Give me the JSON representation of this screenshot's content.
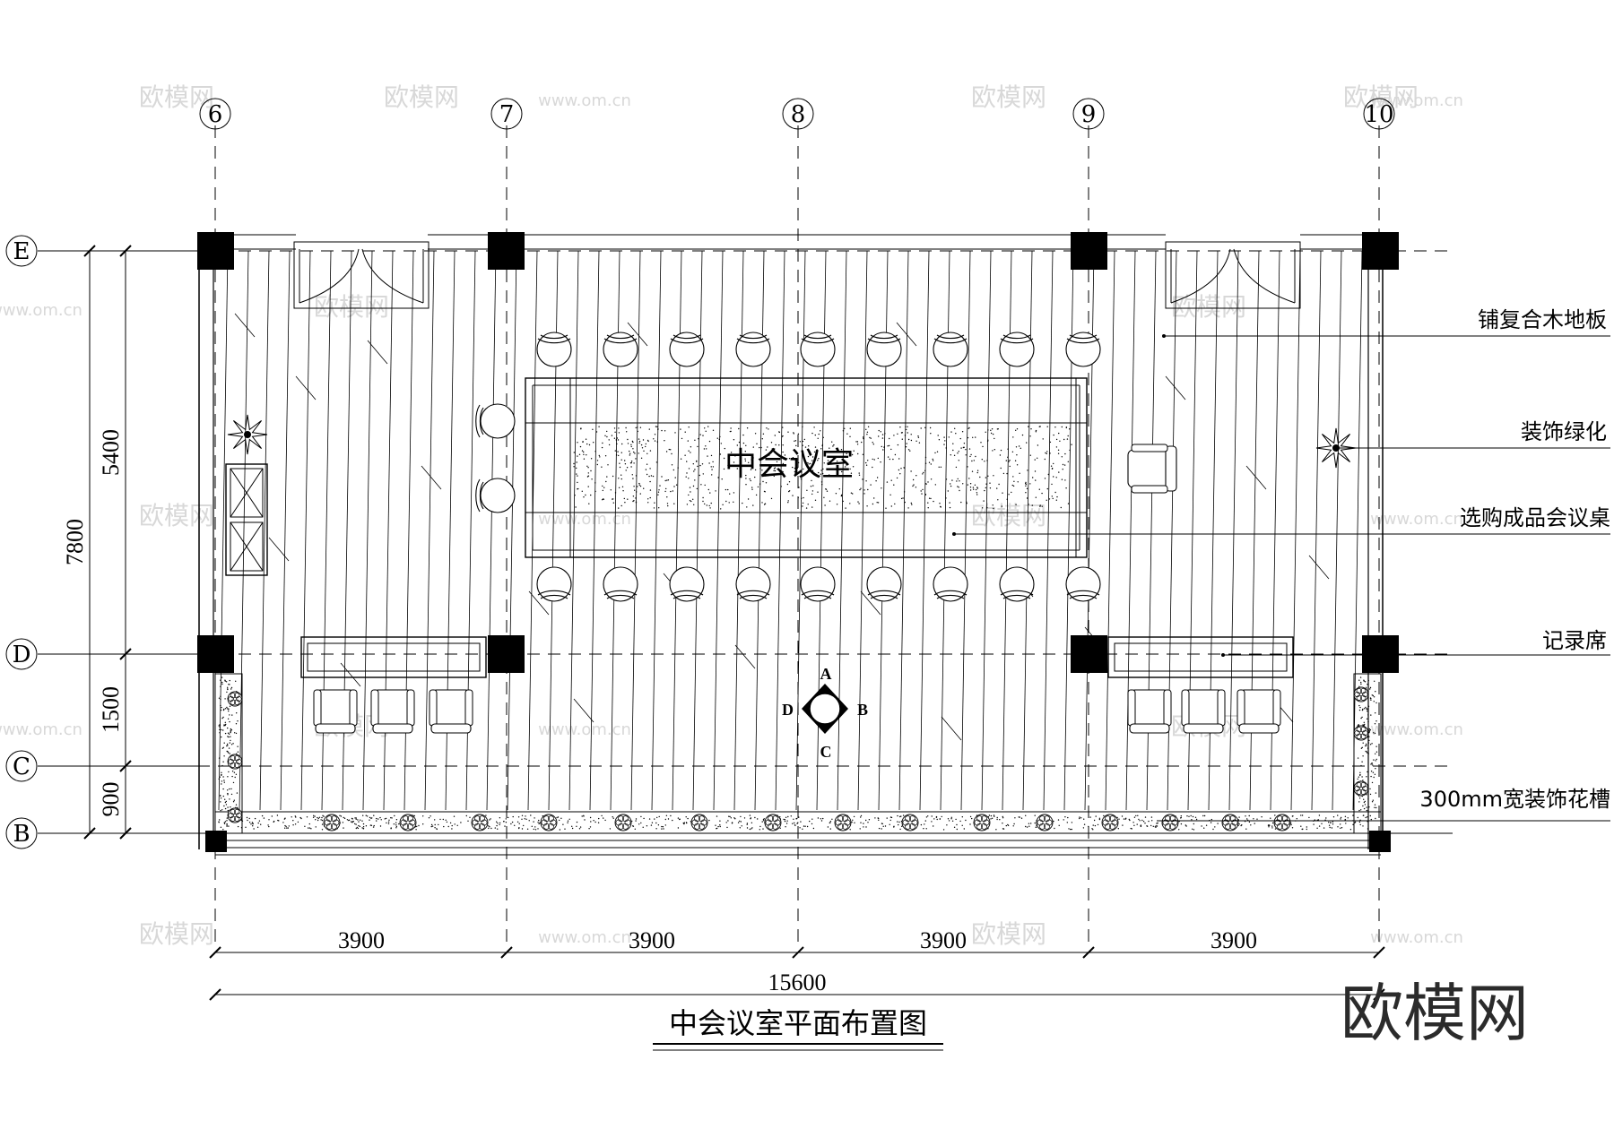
{
  "axes_vertical": [
    "6",
    "7",
    "8",
    "9",
    "10"
  ],
  "axes_horizontal": [
    "E",
    "D",
    "C",
    "B"
  ],
  "dims_bottom": [
    "3900",
    "3900",
    "3900",
    "3900"
  ],
  "dim_total": "15600",
  "dims_left": {
    "overall": "7800",
    "upper": "5400",
    "middle": "1500",
    "lower": "900"
  },
  "room_name": "中会议室",
  "callouts": [
    "铺复合木地板",
    "装饰绿化",
    "选购成品会议桌",
    "记录席",
    "300mm宽装饰花槽"
  ],
  "compass": [
    "A",
    "B",
    "C",
    "D"
  ],
  "drawing_title": "中会议室平面布置图",
  "logo": "欧模网",
  "watermark_text": "欧模网",
  "watermark_url": "www.om.cn"
}
